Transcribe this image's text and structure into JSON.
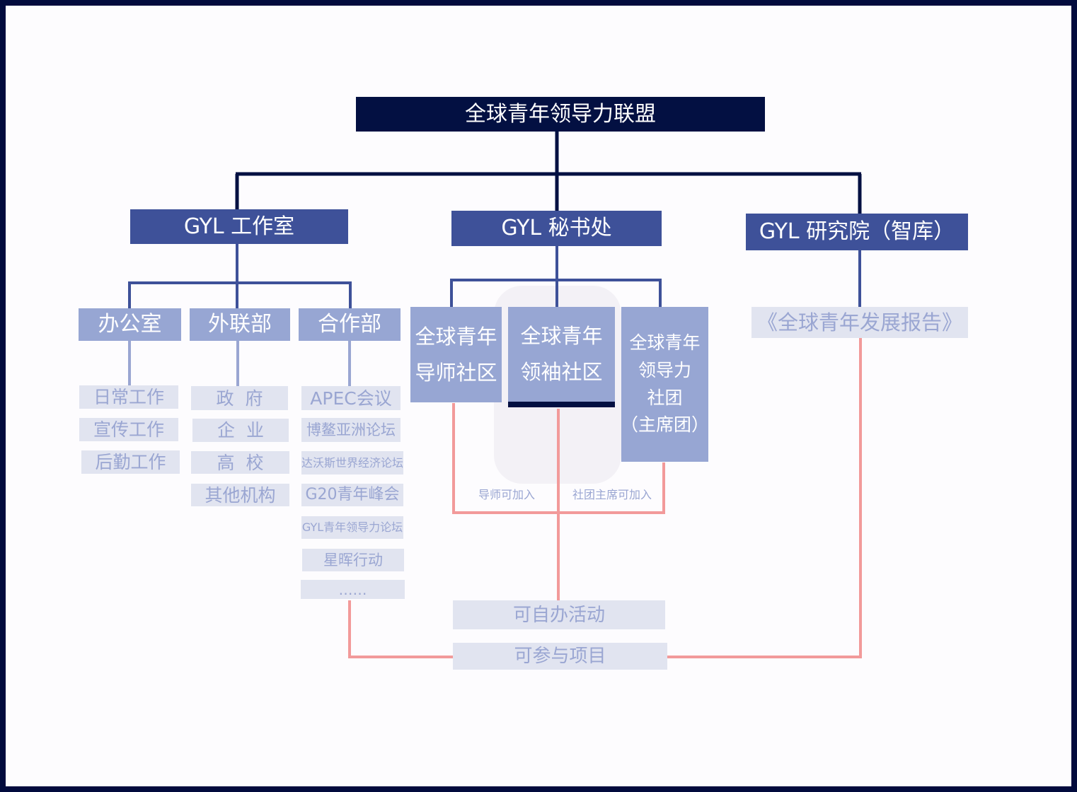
{
  "title": "全球青年领导力联盟",
  "departments": {
    "studio": {
      "label": "GYL 工作室",
      "sub": [
        {
          "label": "办公室",
          "items": [
            "日常工作",
            "宣传工作",
            "后勤工作"
          ]
        },
        {
          "label": "外联部",
          "items": [
            "政  府",
            "企  业",
            "高  校",
            "其他机构"
          ]
        },
        {
          "label": "合作部",
          "items": [
            "APEC会议",
            "博鳌亚洲论坛",
            "达沃斯世界经济论坛",
            "G20青年峰会",
            "GYL青年领导力论坛",
            "星晖行动",
            "……"
          ]
        }
      ]
    },
    "secretariat": {
      "label": "GYL 秘书处",
      "sub": [
        {
          "line1": "全球青年",
          "line2": "导师社区"
        },
        {
          "line1": "全球青年",
          "line2": "领袖社区"
        },
        {
          "line1": "全球青年",
          "line2": "领导力",
          "line3": "社团",
          "line4": "（主席团）"
        }
      ],
      "notes": {
        "mentor": "导师可加入",
        "chair": "社团主席可加入"
      },
      "activities": "可自办活动",
      "projects": "可参与项目"
    },
    "institute": {
      "label": "GYL 研究院（智库）",
      "report": "《全球青年发展报告》"
    }
  },
  "colors": {
    "frame": "#020b3d",
    "root": "#031042",
    "level1": "#3e5199",
    "level2": "#97a6d3",
    "level3_bg": "#e1e4f0",
    "level3_text": "#9aa6d2",
    "salmon": "#f29a9a"
  }
}
